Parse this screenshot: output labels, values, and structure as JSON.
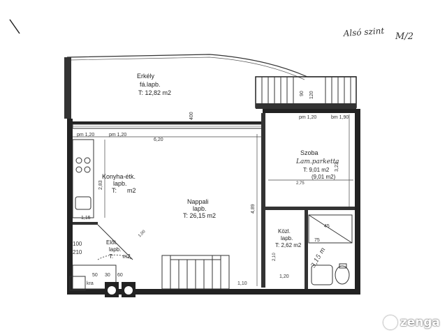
{
  "header": {
    "floor_note": "Alsó szint",
    "sheet_code": "M/2"
  },
  "rooms": {
    "erkely": {
      "name": "Erkély",
      "floor": "fá.lapb.",
      "area": "T: 12,82 m2"
    },
    "szoba": {
      "name": "Szoba",
      "floor": "Lam.parketta",
      "area": "T: 9,01 m2",
      "area_alt": "(9,01 m2)"
    },
    "konyha": {
      "name": "Konyha-étk.",
      "floor": "lapb.",
      "area": "T:      m2"
    },
    "nappali": {
      "name": "Nappali",
      "floor": "lapb.",
      "area": "T: 26,15 m2"
    },
    "kozl": {
      "name": "Közl.",
      "floor": "lapb.",
      "area": "T: 2,62 m2"
    },
    "eloter": {
      "name": "Előt.",
      "floor": "lapb.",
      "area": "T:      m2"
    }
  },
  "dimensions": {
    "pm_1_20_a": "pm 1,20",
    "pm_1_20_b": "pm 1,20",
    "pm_1_20_c": "pm 1,20",
    "bm_1_90": "bm 1,90",
    "w_6_20": "6,20",
    "w_2_75": "2,75",
    "h_3_23": "3,23",
    "h_4_89": "4,89",
    "h_2_83": "2,83",
    "w_1_15": "1,15",
    "w_1_10": "1,10",
    "w_1_20": "1,20",
    "w_1_00": "1,00",
    "h_2_10": "2,10",
    "v_100": "100",
    "v_210": "210",
    "v_75": "75",
    "v_90": "90",
    "v_120": "120",
    "v_400": "400",
    "v_45": "45",
    "v_50": "50",
    "v_30": "30",
    "v_60": "60",
    "note_315": "3,15 m",
    "kra": "kra"
  },
  "watermark": {
    "text": "zenga"
  }
}
